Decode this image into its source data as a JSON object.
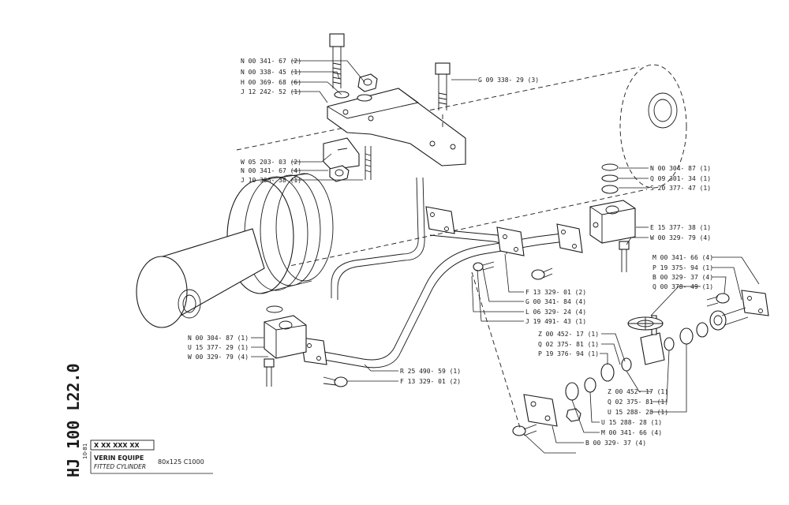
{
  "title_block": {
    "drawing_number": "HJ 100 L22.0",
    "date": "10-81",
    "code": "X XX XXX XX",
    "name_fr": "VERIN EQUIPE",
    "name_en": "FITTED CYLINDER",
    "size": "80x125   C1000"
  },
  "callouts": [
    "N 00 341- 67 (2)",
    "N 00 338- 45 (1)",
    "H 00 369- 68 (6)",
    "J 12 242- 52 (1)",
    "G 09 338- 29 (3)",
    "W 05 203- 03 (2)",
    "N 00 341- 67 (4)",
    "J 10 306- 38 (1)",
    "N 00 304- 87 (1)",
    "Q 09 301- 34 (1)",
    "S 20 377- 47 (1)",
    "E 15 377- 38 (1)",
    "W 00 329- 79 (4)",
    "M 00 341- 66 (4)",
    "P 19 375- 94 (1)",
    "B 00 329- 37 (4)",
    "Q 00 378- 49 (1)",
    "F 13 329- 01 (2)",
    "G 00 341- 84 (4)",
    "L 06 329- 24 (4)",
    "J 19 491- 43 (1)",
    "Z 00 452- 17 (1)",
    "Q 02 375- 81 (1)",
    "P 19 376- 94 (1)",
    "N 00 304- 87 (1)",
    "U 15 377- 29 (1)",
    "W 00 329- 79 (4)",
    "R 25 490- 59 (1)",
    "F 13 329- 01 (2)",
    "Z 00 452- 17 (1)",
    "Q 02 375- 81 (1)",
    "U 15 288- 28 (1)",
    "U 15 288- 28 (1)",
    "M 00 341- 66 (4)",
    "B 00 329- 37 (4)"
  ]
}
